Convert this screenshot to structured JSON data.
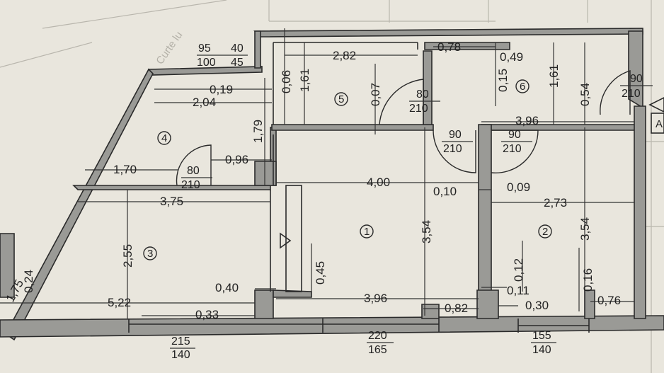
{
  "dims": {
    "d_2_82": "2,82",
    "d_0_78": "0,78",
    "d_0_49": "0,49",
    "d_0_06": "0,06",
    "d_1_61_a": "1,61",
    "d_0_07": "0,07",
    "d_0_15": "0,15",
    "d_1_61_b": "1,61",
    "d_0_54": "0,54",
    "d_0_19": "0,19",
    "d_2_04": "2,04",
    "d_1_79": "1,79",
    "d_3_96_top": "3,96",
    "d_1_70": "1,70",
    "d_0_96": "0,96",
    "d_4_00": "4,00",
    "d_0_10": "0,10",
    "d_0_09": "0,09",
    "d_3_75": "3,75",
    "d_2_73": "2,73",
    "d_3_54_a": "3,54",
    "d_3_54_b": "3,54",
    "d_2_55": "2,55",
    "d_0_45": "0,45",
    "d_0_12": "0,12",
    "d_0_16": "0,16",
    "d_1_75": "1,75",
    "d_0_24": "0,24",
    "d_5_22": "5,22",
    "d_0_40": "0,40",
    "d_3_96_bot": "3,96",
    "d_0_11": "0,11",
    "d_0_33": "0,33",
    "d_0_82": "0,82",
    "d_0_30": "0,30",
    "d_0_76": "0,76"
  },
  "openings": {
    "o_95": "95",
    "o_100": "100",
    "o_40": "40",
    "o_45": "45",
    "d5_top": "80",
    "d5_bot": "210",
    "d6_top": "90",
    "d6_bot": "210",
    "d4_top": "80",
    "d4_bot": "210",
    "d1a_top": "90",
    "d1a_bot": "210",
    "d1b_top": "90",
    "d1b_bot": "210",
    "w1_top": "215",
    "w1_bot": "140",
    "w2_top": "220",
    "w2_bot": "165",
    "w3_top": "155",
    "w3_bot": "140"
  },
  "rooms": {
    "r1": "1",
    "r2": "2",
    "r3": "3",
    "r4": "4",
    "r5": "5",
    "r6": "6"
  },
  "faint_text": {
    "courtyard": "Curte lu",
    "edge_mark": "A"
  }
}
